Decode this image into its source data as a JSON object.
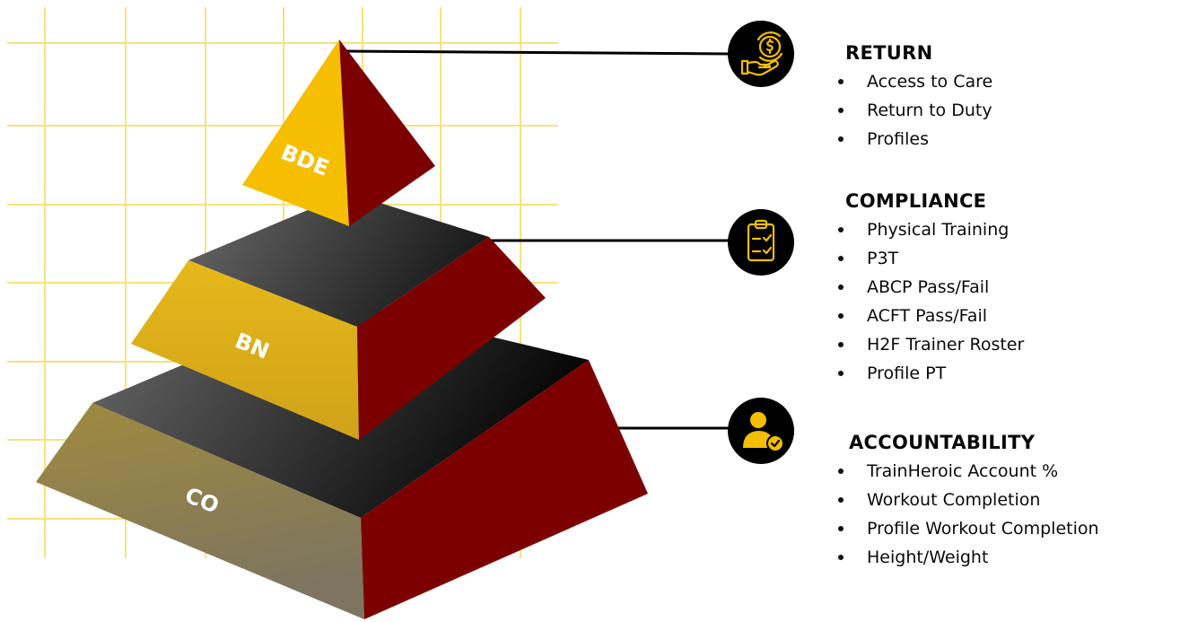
{
  "colors": {
    "gold": "#f5be00",
    "dark_red": "#7d0000",
    "charcoal": "#3a3a3a",
    "olive": "#8c7a48",
    "grid": "#f7e27a",
    "icon_bg": "#000000"
  },
  "pyramid": {
    "levels": [
      {
        "label": "BDE"
      },
      {
        "label": "BN"
      },
      {
        "label": "CO"
      }
    ]
  },
  "sections": [
    {
      "icon": "money-hand-icon",
      "title": "RETURN",
      "items": [
        "Access to Care",
        "Return to Duty",
        "Profiles"
      ]
    },
    {
      "icon": "clipboard-checklist-icon",
      "title": "COMPLIANCE",
      "items": [
        "Physical Training",
        "P3T",
        "ABCP Pass/Fail",
        "ACFT Pass/Fail",
        "H2F Trainer Roster",
        "Profile PT"
      ]
    },
    {
      "icon": "user-check-icon",
      "title": "ACCOUNTABILITY",
      "items": [
        "TrainHeroic Account %",
        "Workout Completion",
        "Profile Workout Completion",
        "Height/Weight"
      ]
    }
  ]
}
